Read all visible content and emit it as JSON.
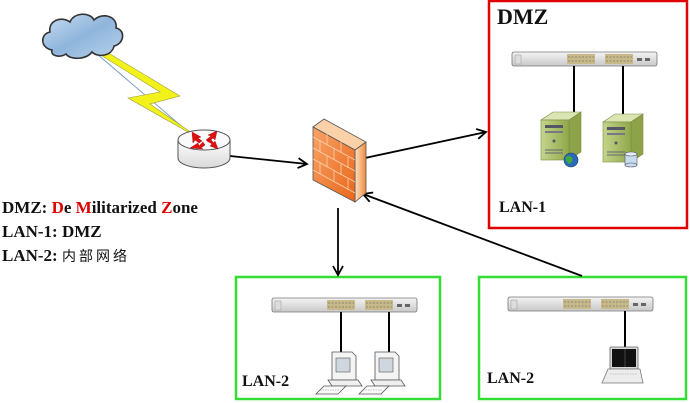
{
  "legend": {
    "line1_prefix": "DMZ: ",
    "line1_parts": [
      {
        "text": "D",
        "highlight": true
      },
      {
        "text": "e ",
        "highlight": false
      },
      {
        "text": "M",
        "highlight": true
      },
      {
        "text": "ilitarized ",
        "highlight": false
      },
      {
        "text": "Z",
        "highlight": true
      },
      {
        "text": "one",
        "highlight": false
      }
    ],
    "line2": "LAN-1: DMZ",
    "line3_prefix": "LAN-2: ",
    "line3_cjk": "内部网络"
  },
  "zones": {
    "dmz": {
      "title": "DMZ",
      "label": "LAN-1",
      "border_color": "#e00000"
    },
    "lan2_left": {
      "label": "LAN-2",
      "border_color": "#33dd33"
    },
    "lan2_right": {
      "label": "LAN-2",
      "border_color": "#33dd33"
    }
  },
  "colors": {
    "highlight": "#e00000",
    "firewall": "#f07a2a",
    "lightning": "#f2f21a",
    "cloud": "#8fb5dc"
  },
  "nodes": [
    "internet-cloud",
    "router",
    "firewall",
    "dmz-switch",
    "web-server",
    "db-server",
    "lan2-switch-left",
    "workstation-1",
    "workstation-2",
    "lan2-switch-right",
    "laptop"
  ]
}
